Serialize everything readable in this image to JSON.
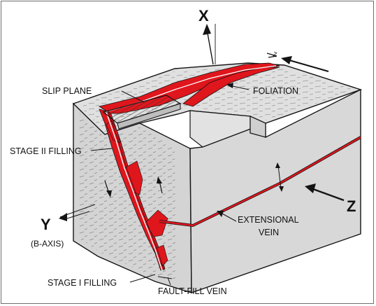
{
  "colors": {
    "vein_red": "#e0161d",
    "face_fill": "#d6d6d6",
    "top_fill": "#e0e0e0",
    "outline": "#141414",
    "slip_plane_hatch": "#333333"
  },
  "axes": {
    "x": "X",
    "y": "Y",
    "y_note": "(B-AXIS)",
    "z": "Z"
  },
  "labels": {
    "slip_plane": "SLIP PLANE",
    "foliation": "FOLIATION",
    "stage_two": "STAGE II FILLING",
    "stage_one": "STAGE I FILLING",
    "extensional_vein_line1": "EXTENSIONAL",
    "extensional_vein_line2": "VEIN",
    "fault_fill_vein": "FAULT-FILL VEIN"
  },
  "icons": {
    "x_axis": "up-arrow-icon",
    "z_axis": "left-arrow-icon",
    "y_axis": "left-pointer-icon",
    "shear_sense": "half-arrow-icon",
    "extension": "double-arrow-icon"
  }
}
